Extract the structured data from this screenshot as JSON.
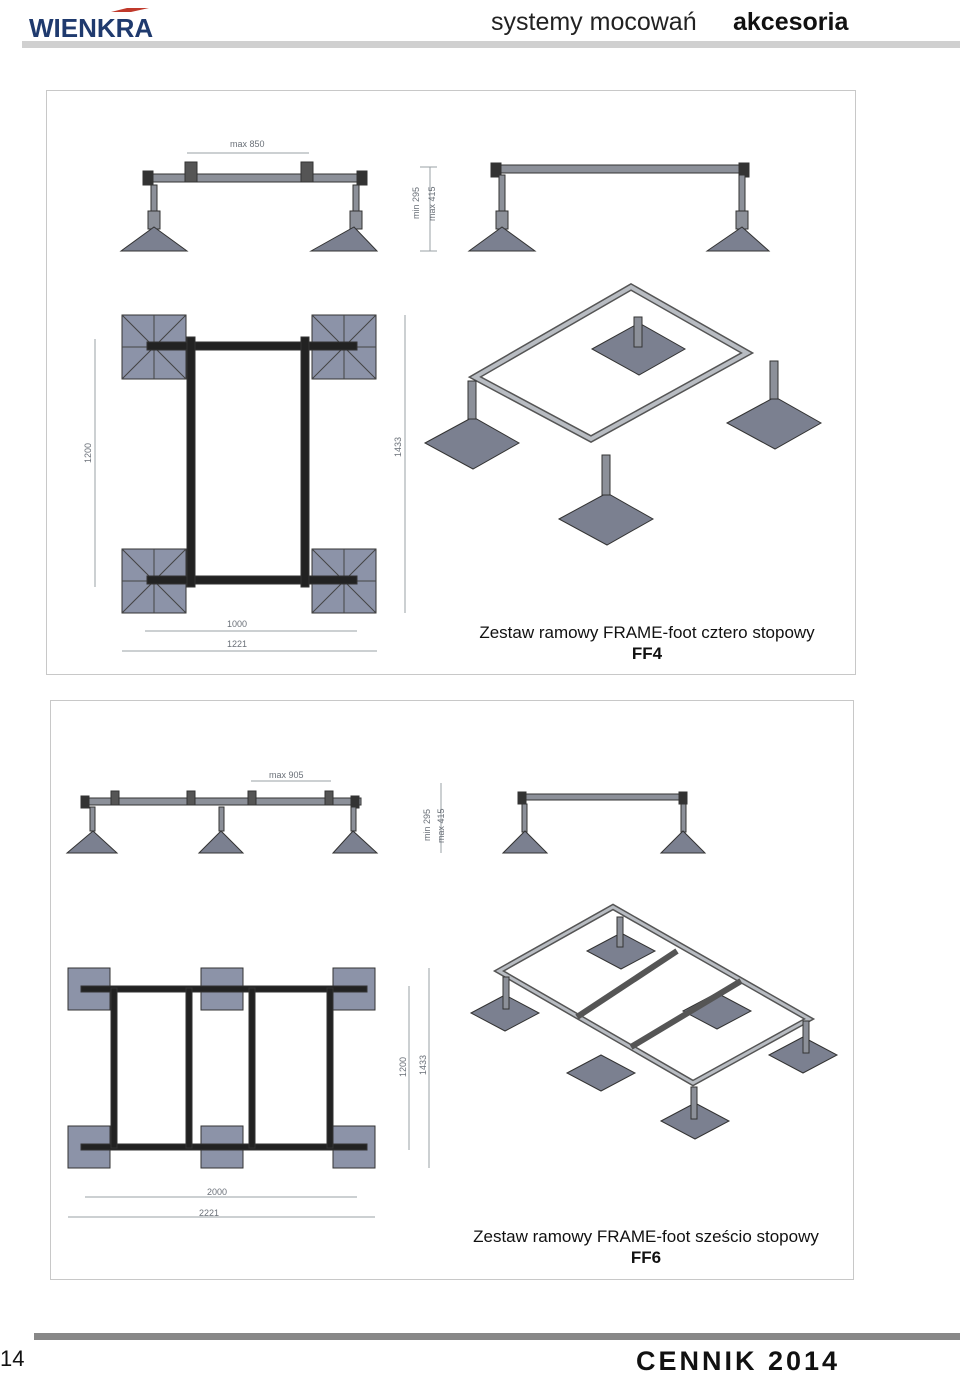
{
  "header": {
    "logo_text": "WIENKRA",
    "title": "systemy mocowań",
    "section": "akcesoria"
  },
  "colors": {
    "steel": "#8c9099",
    "foot": "#7b8090",
    "dark": "#222222",
    "dim": "#9aa0a6"
  },
  "panels": [
    {
      "caption": "Zestaw ramowy FRAME-foot cztero stopowy",
      "code": "FF4",
      "side_view": {
        "max_label": "max 850",
        "height_min": "min 295",
        "height_max": "max 415"
      },
      "top_view": {
        "inner_width": "1000",
        "outer_width": "1221",
        "inner_height": "1200",
        "outer_height": "1433"
      }
    },
    {
      "caption": "Zestaw ramowy FRAME-foot sześcio stopowy",
      "code": "FF6",
      "side_view": {
        "max_label": "max 905",
        "height_min": "min 295",
        "height_max": "max 415"
      },
      "top_view": {
        "inner_width": "2000",
        "outer_width": "2221",
        "inner_height": "1200",
        "outer_height": "1433"
      }
    }
  ],
  "footer": {
    "page_number": "14",
    "catalog": "CENNIK 2014"
  }
}
